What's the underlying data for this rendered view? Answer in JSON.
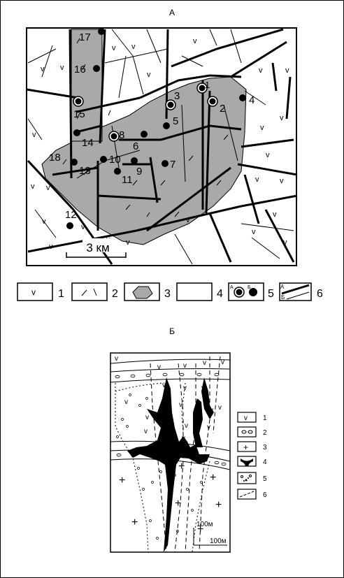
{
  "panel_a": {
    "title": "А",
    "scale": "3 км",
    "points": [
      {
        "id": "17",
        "t": "17"
      },
      {
        "id": "16",
        "t": "16"
      },
      {
        "id": "15",
        "t": "15"
      },
      {
        "id": "14",
        "t": "14"
      },
      {
        "id": "13",
        "t": "13"
      },
      {
        "id": "18",
        "t": "18"
      },
      {
        "id": "12",
        "t": "12"
      },
      {
        "id": "8",
        "t": "8"
      },
      {
        "id": "6",
        "t": "6"
      },
      {
        "id": "10",
        "t": "10"
      },
      {
        "id": "9",
        "t": "9"
      },
      {
        "id": "11",
        "t": "11"
      },
      {
        "id": "7",
        "t": "7"
      },
      {
        "id": "5",
        "t": "5"
      },
      {
        "id": "3",
        "t": "3"
      },
      {
        "id": "1",
        "t": "1"
      },
      {
        "id": "2",
        "t": "2"
      },
      {
        "id": "4",
        "t": "4"
      }
    ],
    "legend": [
      "1",
      "2",
      "3",
      "4",
      "5",
      "6"
    ],
    "legend_marks": {
      "a": "А",
      "b": "Б"
    }
  },
  "panel_b": {
    "title": "Б",
    "scale_v": "100м",
    "scale_h": "100м",
    "legend": [
      "1",
      "2",
      "3",
      "4",
      "5",
      "6"
    ]
  },
  "colors": {
    "grey": "#a9a9a9",
    "line": "#000000"
  }
}
